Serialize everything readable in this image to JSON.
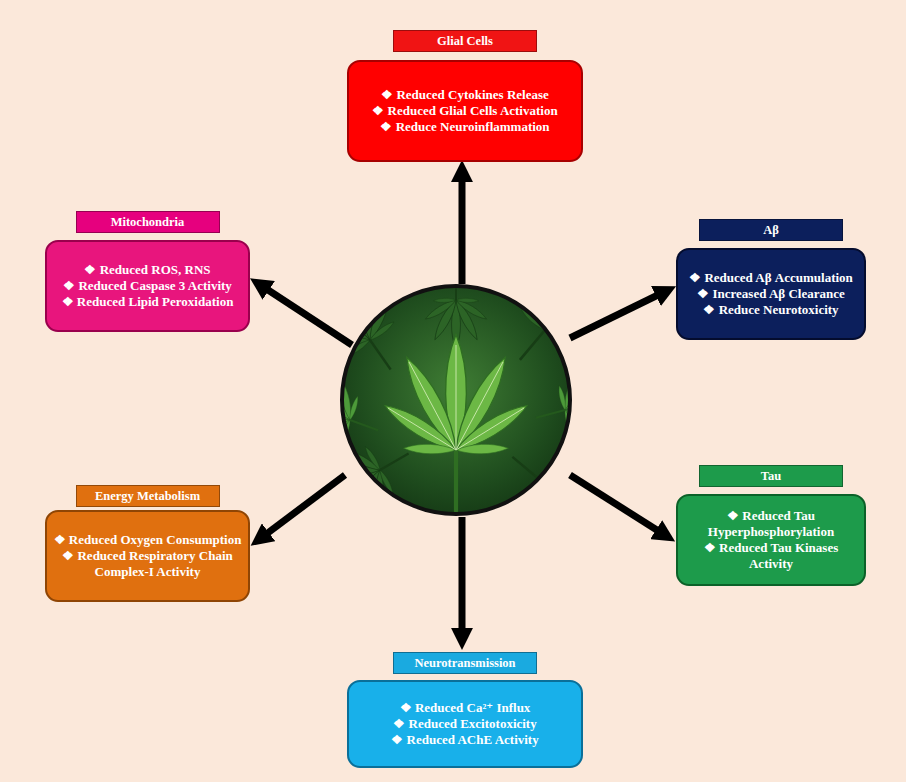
{
  "diagram": {
    "nodes": [
      {
        "text": [
          "Glial Cells",
          "❖ Reduced Cytokines Release",
          "❖ Reduced Glial Cells Activation",
          "❖ Reduce Neuroinflammation"
        ]
      },
      {
        "text": [
          "Mitochondria",
          "❖ Reduced ROS, RNS",
          "❖ Reduced Caspase 3 Activity",
          "❖ Reduced Lipid Peroxidation"
        ]
      },
      {
        "text": [
          "Aβ",
          "❖ Reduced Aβ Accumulation",
          "❖ Increased Aβ Clearance",
          "❖ Reduce Neurotoxicity"
        ]
      },
      {
        "text": [
          "Energy Metabolism",
          "❖ Reduced Oxygen Consumption",
          "❖ Reduced Respiratory Chain Complex-I Activity"
        ]
      },
      {
        "text": [
          "Tau",
          "❖ Reduced Tau Hyperphosphorylation",
          "❖ Reduced Tau Kinases Activity"
        ]
      },
      {
        "text": [
          "Neurotransmission",
          "❖ Reduced Ca²⁺ Influx",
          "❖ Reduced Excitotoxicity",
          "❖ Reduced AChE Activity"
        ]
      }
    ]
  }
}
